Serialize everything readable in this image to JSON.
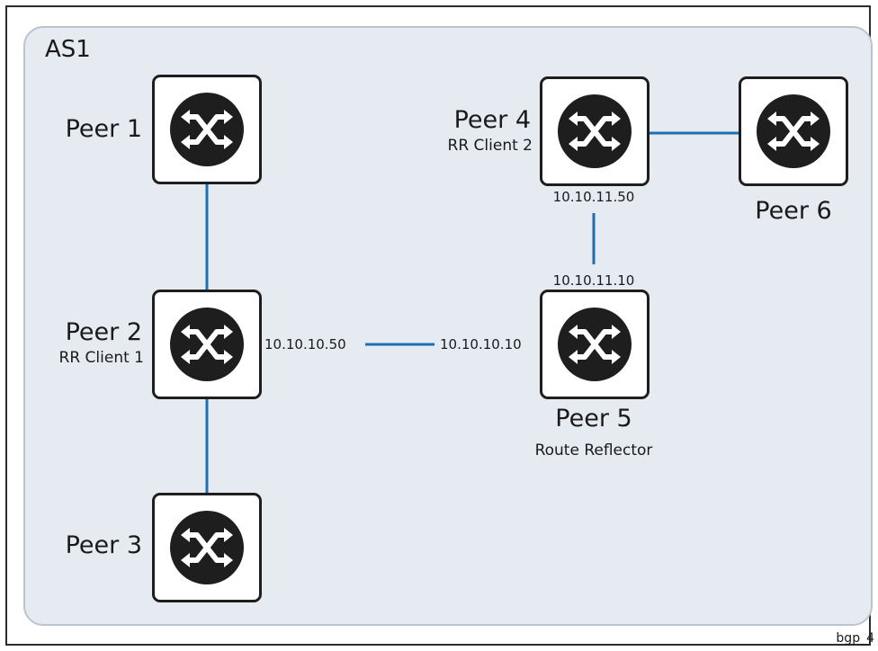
{
  "as": {
    "label": "AS1"
  },
  "peers": {
    "p1": {
      "name": "Peer 1"
    },
    "p2": {
      "name": "Peer 2",
      "role": "RR Client 1"
    },
    "p3": {
      "name": "Peer 3"
    },
    "p4": {
      "name": "Peer 4",
      "role": "RR Client 2"
    },
    "p5": {
      "name": "Peer 5",
      "role": "Route Reflector"
    },
    "p6": {
      "name": "Peer 6"
    }
  },
  "links": {
    "p2_p5": {
      "a_ip": "10.10.10.50",
      "b_ip": "10.10.10.10"
    },
    "p4_p5": {
      "a_ip": "10.10.11.50",
      "b_ip": "10.10.11.10"
    }
  },
  "figure_tag": "bgp_4",
  "colors": {
    "link": "#1f6fb2",
    "area_fill": "#e6ebf1",
    "area_border": "#b9c4d0",
    "router_icon": "#1e1e1e"
  },
  "icons": {
    "router": "router-crossed-arrows-icon"
  }
}
